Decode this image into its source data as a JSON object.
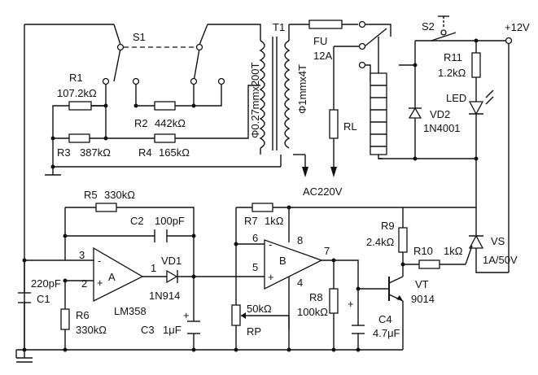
{
  "labels": {
    "s1": "S1",
    "t1": "T1",
    "fu": "FU",
    "fu_rating": "12A",
    "s2": "S2",
    "supply": "+12V",
    "r11": "R11",
    "r11_val": "1.2kΩ",
    "led": "LED",
    "vd2": "VD2",
    "vd2_part": "1N4001",
    "r1": "R1",
    "r1_val": "107.2kΩ",
    "r2": "R2",
    "r2_val": "442kΩ",
    "r3": "R3",
    "r3_val": "387kΩ",
    "r4": "R4",
    "r4_val": "165kΩ",
    "prim_wire": "Φ0.27mmx200T",
    "sec_wire": "Φ1mmx4T",
    "rl": "RL",
    "ac": "AC220V",
    "r5": "R5",
    "r5_val": "330kΩ",
    "c2": "C2",
    "c2_val": "100pF",
    "r7": "R7",
    "r7_val": "1kΩ",
    "r9": "R9",
    "r9_val": "2.4kΩ",
    "r10": "R10",
    "r10_val": "1kΩ",
    "vs": "VS",
    "vs_val": "1A/50V",
    "pin3": "3",
    "pin2": "2",
    "pin1": "1",
    "opa": "A",
    "lm358": "LM358",
    "vd1": "VD1",
    "vd1_part": "1N914",
    "pin6": "6",
    "pin5": "5",
    "pin8": "8",
    "pin4": "4",
    "pin7": "7",
    "opb": "B",
    "vt": "VT",
    "vt_part": "9014",
    "c1_val": "220pF",
    "c1": "C1",
    "r6": "R6",
    "r6_val": "330kΩ",
    "c3": "C3",
    "c3_val": "1μF",
    "rp_val": "50kΩ",
    "rp": "RP",
    "r8": "R8",
    "r8_val": "100kΩ",
    "c4": "C4",
    "c4_val": "4.7μF",
    "plus": "+"
  }
}
